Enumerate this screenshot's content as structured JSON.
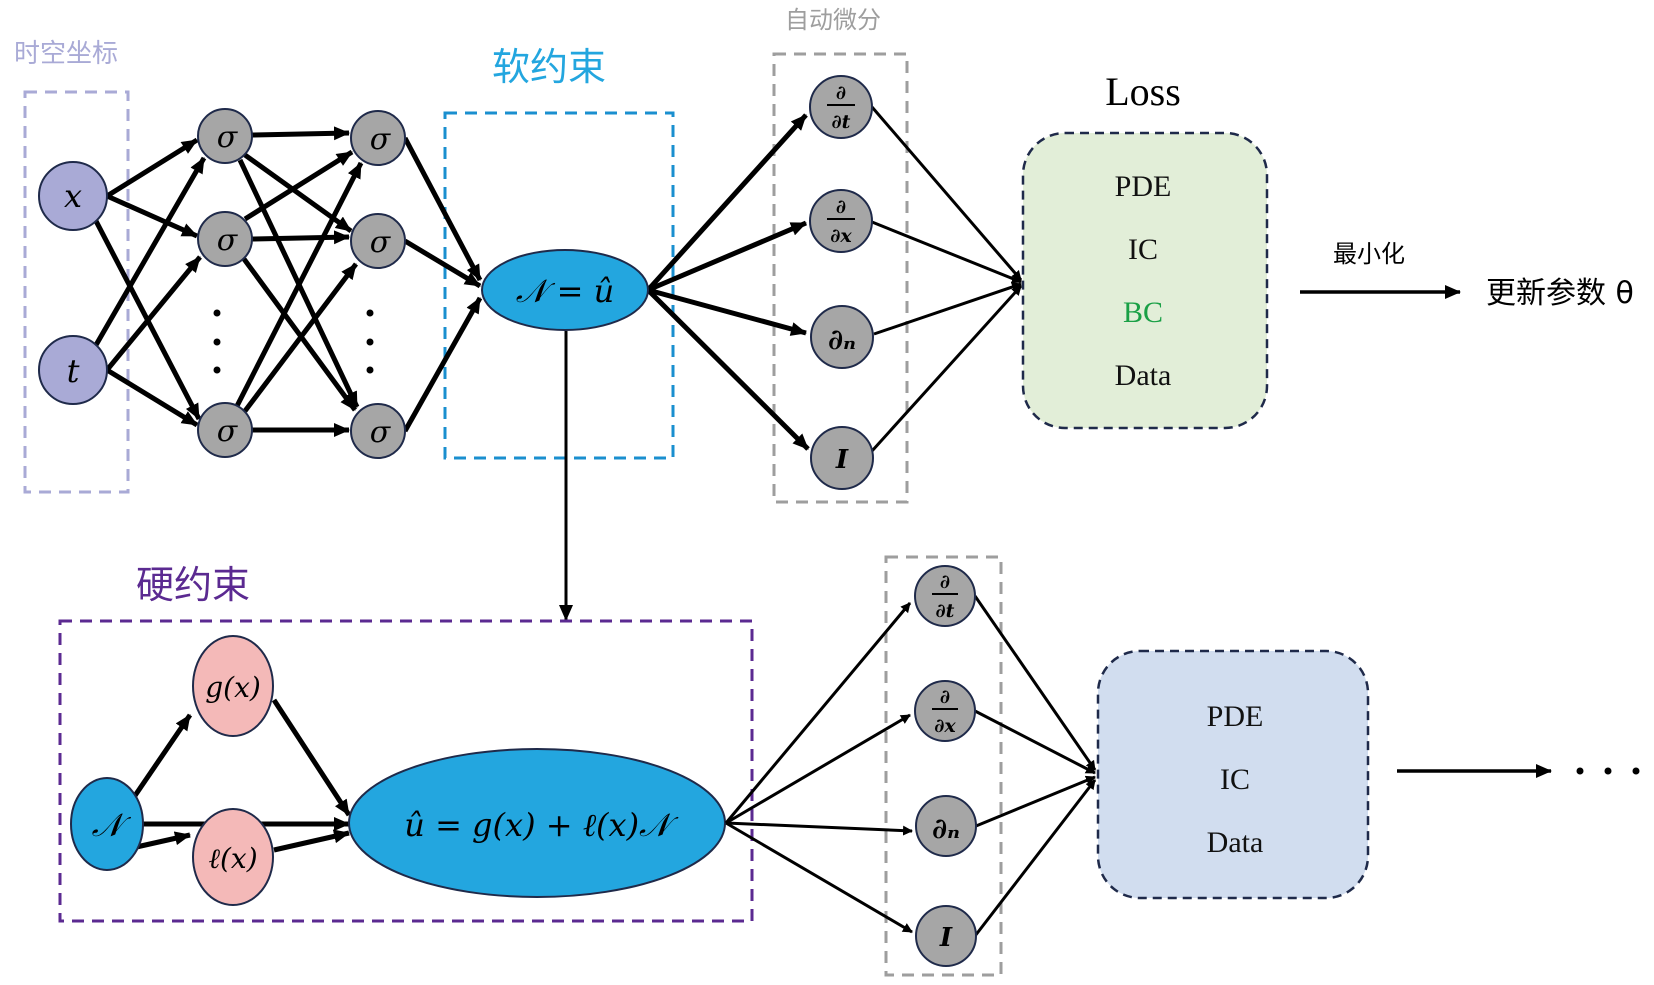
{
  "labels": {
    "input_group": "时空坐标",
    "soft_constraint": "软约束",
    "autodiff": "自动微分",
    "hard_constraint": "硬约束",
    "loss_title": "Loss",
    "minimize": "最小化",
    "update_params": "更新参数 θ",
    "ellipsis": "· · ·"
  },
  "input_nodes": [
    "x",
    "t"
  ],
  "hidden_nodes": {
    "symbol": "σ",
    "dots": "⋮"
  },
  "soft_output": "𝒩 = û",
  "derivative_nodes": {
    "dt": {
      "num": "∂",
      "den": "∂t"
    },
    "dx": {
      "num": "∂",
      "den": "∂x"
    },
    "dn": "∂ₙ",
    "identity": "I"
  },
  "hard": {
    "network": "𝒩",
    "g": "g(x)",
    "l": "ℓ(x)",
    "output": "û = g(x) + ℓ(x)𝒩"
  },
  "loss_top": {
    "items": [
      {
        "label": "PDE",
        "color": "#111111"
      },
      {
        "label": "IC",
        "color": "#111111"
      },
      {
        "label": "BC",
        "color": "#1aa046"
      },
      {
        "label": "Data",
        "color": "#111111"
      }
    ]
  },
  "loss_bottom": {
    "items": [
      {
        "label": "PDE"
      },
      {
        "label": "IC"
      },
      {
        "label": "Data"
      }
    ]
  },
  "colors": {
    "input_fill": "#a9aad6",
    "input_group_border": "#a9aad6",
    "hidden_fill": "#a6a6a6",
    "node_stroke": "#1f2a4a",
    "soft_blue": "#23a6df",
    "soft_border": "#1a8fcf",
    "autodiff_border": "#9e9e9e",
    "hard_purple": "#5b2a91",
    "pink_fill": "#f4b9b8",
    "loss_top_fill": "#e2eed8",
    "loss_bottom_fill": "#d1ddef",
    "loss_border": "#1f2a4a",
    "bc_green": "#1aa046"
  }
}
